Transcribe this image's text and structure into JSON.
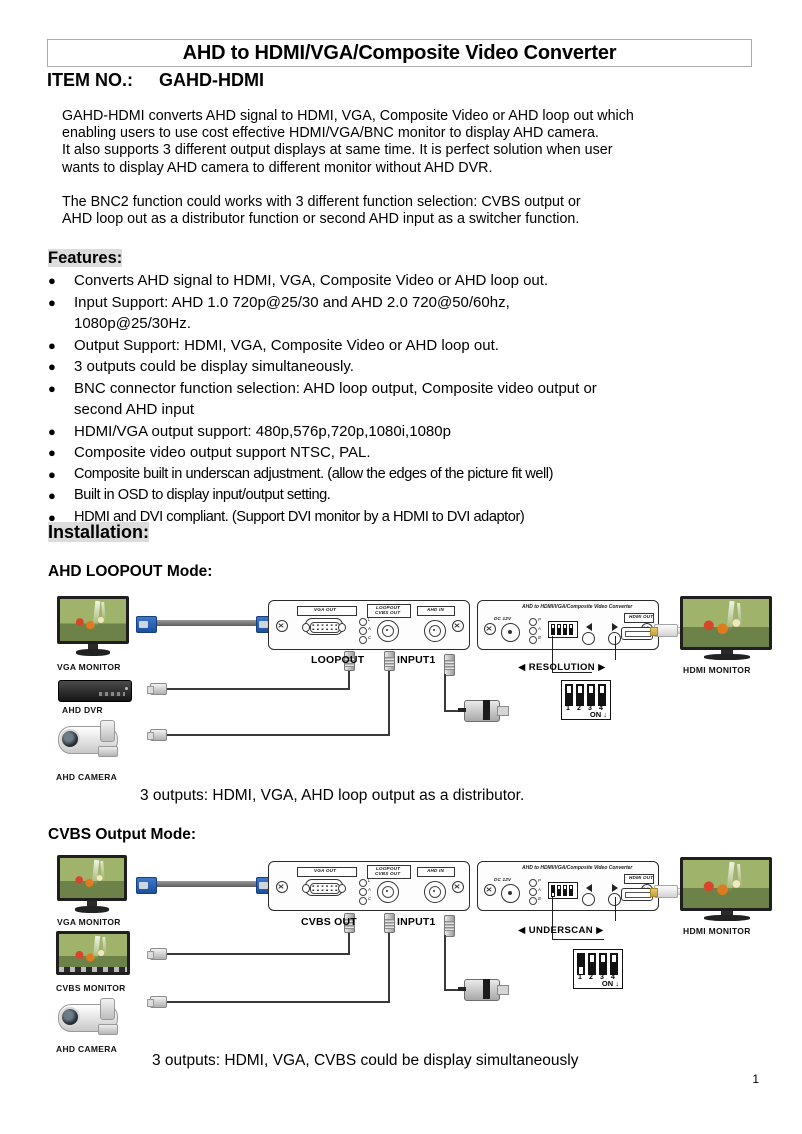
{
  "document": {
    "title": "AHD to HDMI/VGA/Composite Video Converter",
    "item_no_label": "ITEM NO.:",
    "item_no_value": "GAHD-HDMI",
    "page_number": "1"
  },
  "intro": {
    "line1": "GAHD-HDMI converts AHD signal to HDMI, VGA, Composite Video or AHD loop out which",
    "line2": "enabling users to use cost effective HDMI/VGA/BNC monitor to display AHD camera.",
    "line3": "It also supports 3 different output displays at same time. It is perfect solution when user",
    "line4": "wants to display AHD camera to different monitor without AHD DVR.",
    "line5": "The BNC2 function could works with 3 different function selection: CVBS output or",
    "line6": "AHD loop out as a distributor function or second AHD input as a switcher function."
  },
  "features": {
    "heading": "Features:",
    "items": [
      {
        "text": "Converts AHD signal to HDMI, VGA, Composite Video or AHD loop out."
      },
      {
        "text": "Input Support: AHD 1.0 720p@25/30 and AHD 2.0 720@50/60hz,",
        "sub": "1080p@25/30Hz."
      },
      {
        "text": "Output Support: HDMI, VGA, Composite Video or AHD loop out."
      },
      {
        "text": "3 outputs could be display simultaneously."
      },
      {
        "text": "BNC connector function selection: AHD loop output, Composite video output or",
        "sub": "second AHD input"
      },
      {
        "text": "HDMI/VGA output support: 480p,576p,720p,1080i,1080p"
      },
      {
        "text": "Composite video output support NTSC, PAL."
      },
      {
        "text": "Composite built in underscan adjustment. (allow the edges of the picture fit well)",
        "condensed": true
      },
      {
        "text": "Built in OSD to display input/output setting.",
        "condensed": true
      },
      {
        "text": "HDMI and DVI compliant. (Support DVI monitor by a HDMI to DVI adaptor)",
        "condensed": true
      }
    ]
  },
  "installation": {
    "heading": "Installation:",
    "mode1": {
      "heading": "AHD LOOPOUT Mode:",
      "caption": "3 outputs: HDMI, VGA, AHD loop output as a distributor.",
      "devices": {
        "vga_monitor": "VGA MONITOR",
        "ahd_dvr": "AHD DVR",
        "ahd_camera": "AHD CAMERA",
        "hdmi_monitor": "HDMI MONITOR"
      },
      "cable_tags": {
        "loopout": "LOOPOUT",
        "input1": "INPUT1"
      },
      "control_label": "RESOLUTION",
      "dip": {
        "numbers": [
          "1",
          "2",
          "3",
          "4"
        ],
        "on_label": "ON",
        "states": [
          "up",
          "up",
          "up",
          "up"
        ]
      }
    },
    "mode2": {
      "heading": "CVBS Output Mode:",
      "caption": "3 outputs: HDMI, VGA, CVBS could be display simultaneously",
      "devices": {
        "vga_monitor": "VGA MONITOR",
        "cvbs_monitor": "CVBS  MONITOR",
        "ahd_camera": "AHD CAMERA",
        "hdmi_monitor": "HDMI MONITOR"
      },
      "cable_tags": {
        "cvbs_out": "CVBS OUT",
        "input1": "INPUT1"
      },
      "control_label": "UNDERSCAN",
      "dip": {
        "numbers": [
          "1",
          "2",
          "3",
          "4"
        ],
        "on_label": "ON",
        "states": [
          "down",
          "up",
          "up",
          "up"
        ]
      }
    },
    "unit": {
      "front_labels": {
        "vga_out": "VGA OUT",
        "loopout_cvbs_out_line1": "LOOPOUT",
        "loopout_cvbs_out_line2": "CVBS  OUT",
        "ahd_in": "AHD IN"
      },
      "led_labels": [
        "L",
        "A",
        "C"
      ],
      "rear_labels": {
        "brand": "AHD to HDMI/VGA/Composite Video Converter",
        "dc_in": "DC 12V",
        "hdmi_out": "HDMI OUT"
      },
      "rear_led_labels": [
        "P",
        "A",
        "B"
      ]
    }
  },
  "colors": {
    "highlight": "#dcdcdc",
    "vga_blue": "#1d4f9e",
    "text": "#000000"
  }
}
